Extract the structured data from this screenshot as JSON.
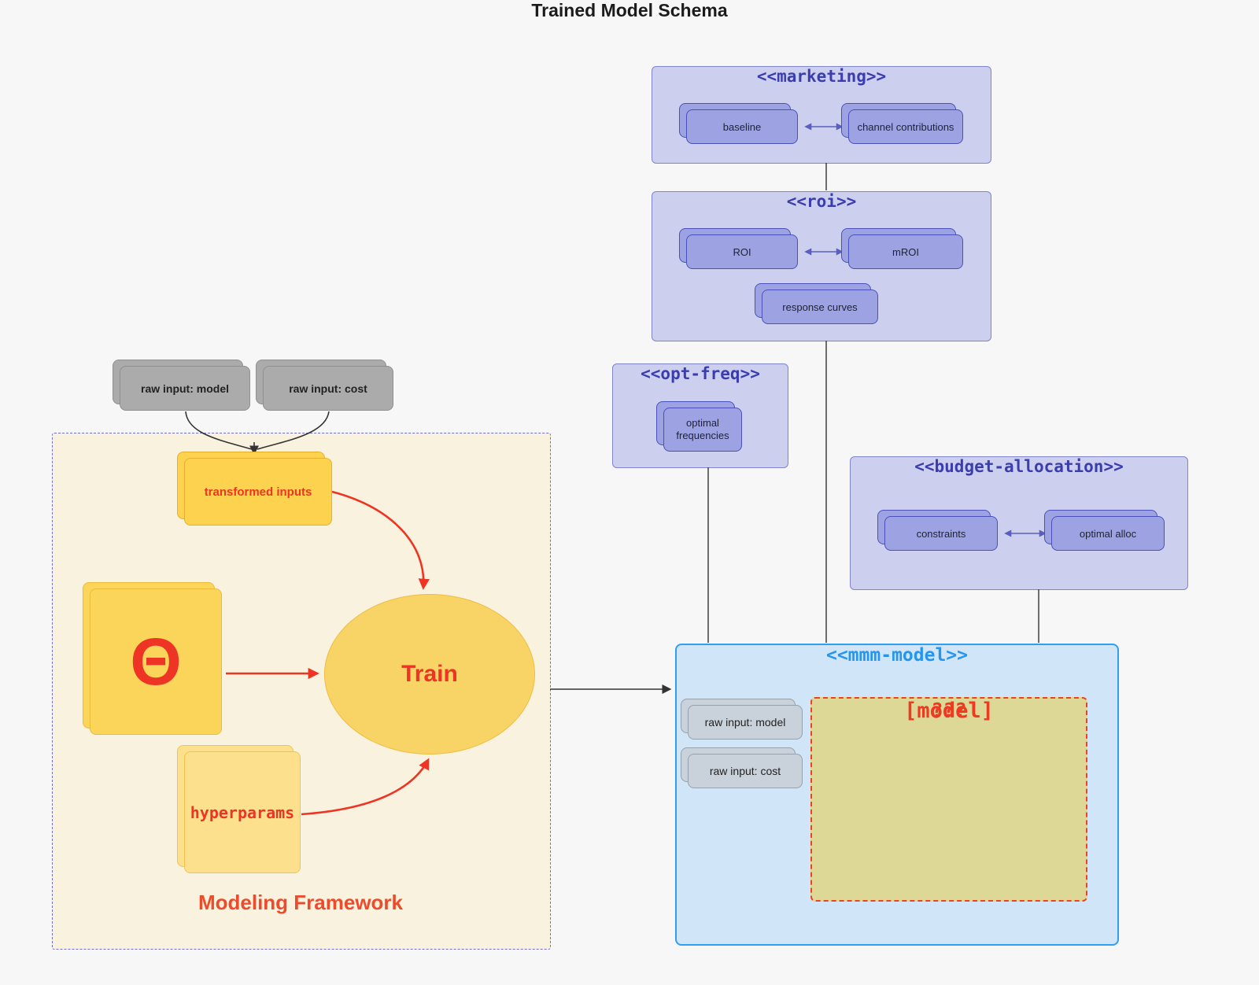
{
  "title": "Trained Model Schema",
  "colors": {
    "container_fill": "#ccd0ee",
    "container_border": "#8084cc",
    "container_title": "#3b3daf",
    "member_fill": "#9da2e2",
    "member_border": "#4a50b8",
    "mmm_fill": "#d0e6f8",
    "mmm_border": "#2f9ff2",
    "mmm_title": "#2596f0",
    "model_box_fill": "#ded897",
    "alert_red": "#ee3a23",
    "framework_fill": "#f9f2de",
    "framework_border": "#6f6fd8",
    "yellow_fill": "#fcd24f",
    "edge_dark": "#333333",
    "edge_purple": "#5a5fbf"
  },
  "containers": {
    "marketing": {
      "title": "<<marketing>>",
      "members": [
        {
          "label": "baseline"
        },
        {
          "label": "channel contributions"
        }
      ]
    },
    "roi": {
      "title": "<<roi>>",
      "members": [
        {
          "label": "ROI"
        },
        {
          "label": "mROI"
        },
        {
          "label": "response curves"
        }
      ]
    },
    "opt_freq": {
      "title": "<<opt-freq>>",
      "members": [
        {
          "label": "optimal frequencies"
        }
      ]
    },
    "budget": {
      "title": "<<budget-allocation>>",
      "members": [
        {
          "label": "constraints"
        },
        {
          "label": "optimal alloc"
        }
      ]
    },
    "mmm": {
      "title": "<<mmm-model>>",
      "inputs": [
        {
          "label": "raw input: model"
        },
        {
          "label": "raw input: cost"
        }
      ],
      "model_box": {
        "title": "[model]",
        "body": "???"
      }
    }
  },
  "framework": {
    "label": "Modeling Framework",
    "raw_inputs": [
      {
        "label": "raw input: model"
      },
      {
        "label": "raw input: cost"
      }
    ],
    "transformed": "transformed inputs",
    "theta": "Θ",
    "train": "Train",
    "hyperparams": "hyperparams"
  }
}
